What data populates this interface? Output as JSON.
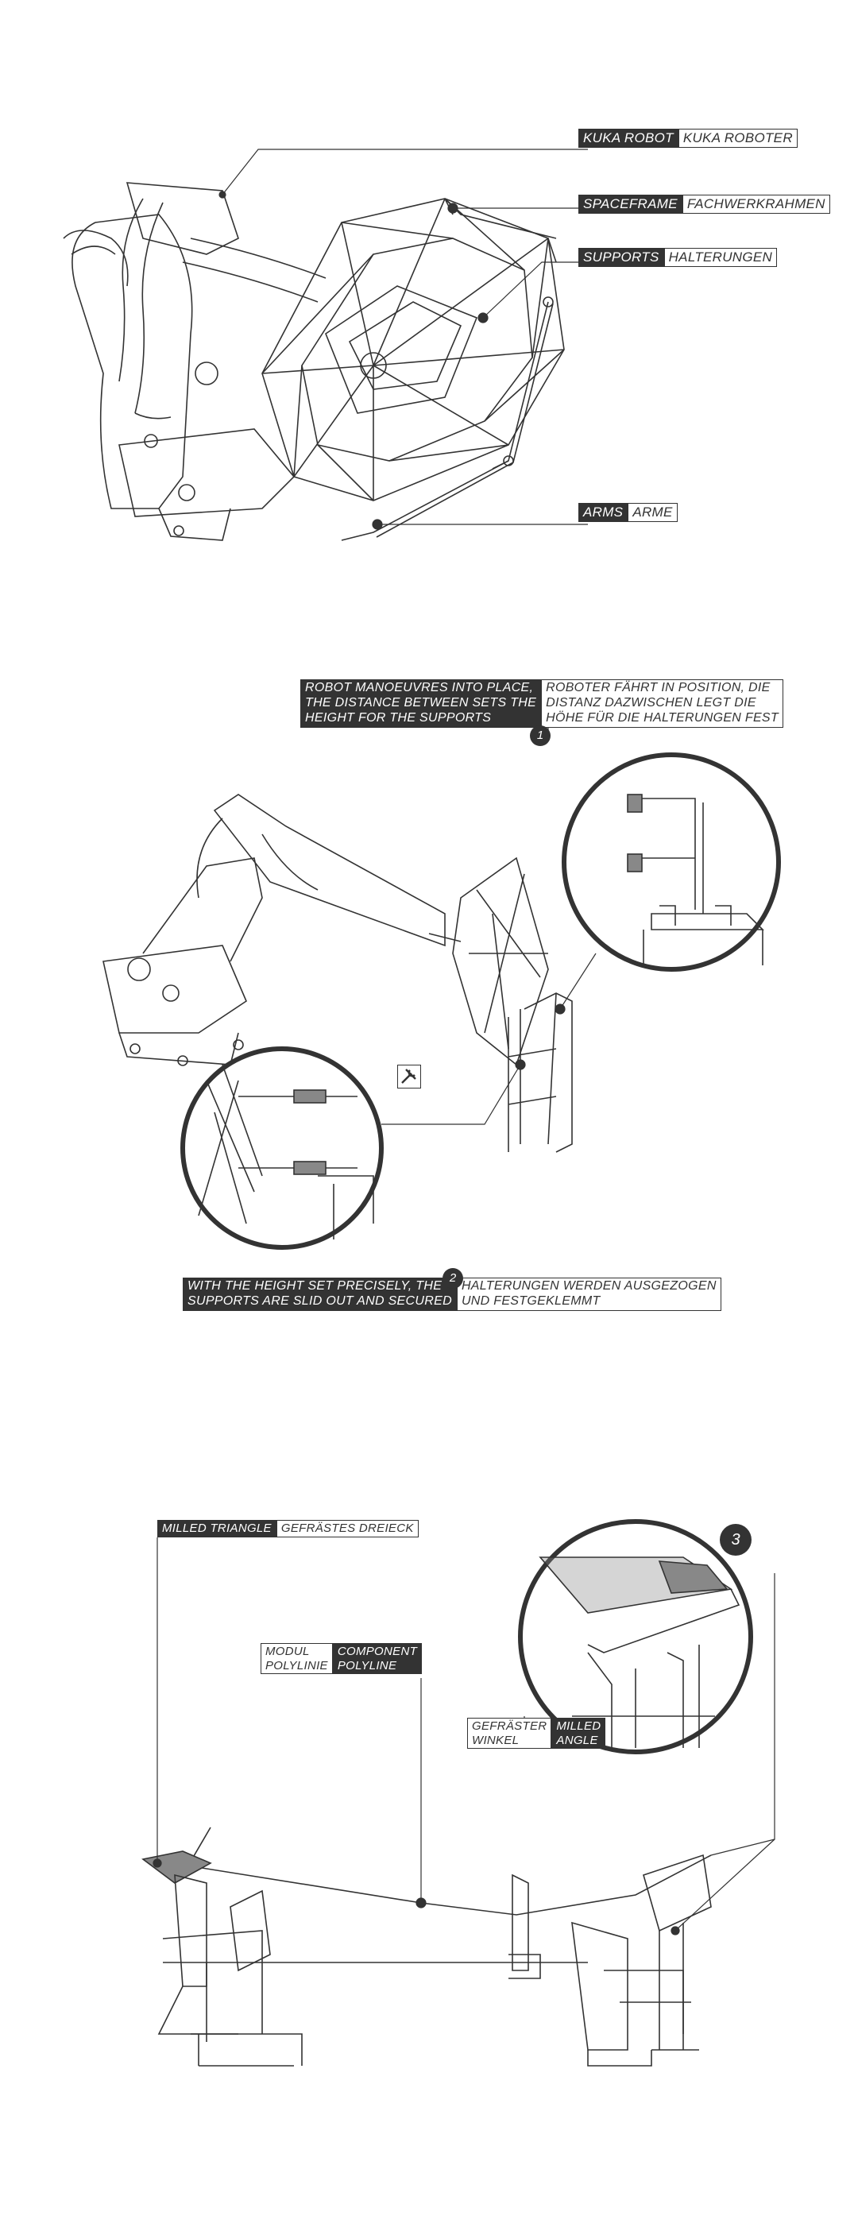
{
  "section1": {
    "labels": [
      {
        "en": "KUKA ROBOT",
        "de": "KUKA ROBOTER"
      },
      {
        "en": "SPACEFRAME",
        "de": "FACHWERKRAHMEN"
      },
      {
        "en": "SUPPORTS",
        "de": "HALTERUNGEN"
      },
      {
        "en": "ARMS",
        "de": "ARME"
      }
    ]
  },
  "section2": {
    "step1": {
      "number": "1",
      "en": "ROBOT MANOEUVRES INTO PLACE,\nTHE DISTANCE BETWEEN SETS THE\nHEIGHT FOR THE SUPPORTS",
      "de": "ROBOTER FÄHRT IN POSITION, DIE\nDISTANZ DAZWISCHEN LEGT DIE\nHÖHE FÜR DIE HALTERUNGEN FEST"
    },
    "step2": {
      "number": "2",
      "en": "WITH THE HEIGHT SET PRECISELY, THE\nSUPPORTS ARE SLID OUT AND SECURED",
      "de": "HALTERUNGEN WERDEN AUSGEZOGEN\nUND FESTGEKLEMMT"
    },
    "tool_icon": "wrench-screwdriver-icon"
  },
  "section3": {
    "number": "3",
    "milled_triangle": {
      "en": "MILLED TRIANGLE",
      "de": "GEFRÄSTES DREIECK"
    },
    "component": {
      "de": "MODUL\nPOLYLINIE",
      "en": "COMPONENT\nPOLYLINE"
    },
    "milled_angle": {
      "de": "GEFRÄSTER\nWINKEL",
      "en": "MILLED\nANGLE"
    }
  },
  "colors": {
    "ink": "#333333",
    "background": "#ffffff",
    "highlight": "#888888"
  }
}
